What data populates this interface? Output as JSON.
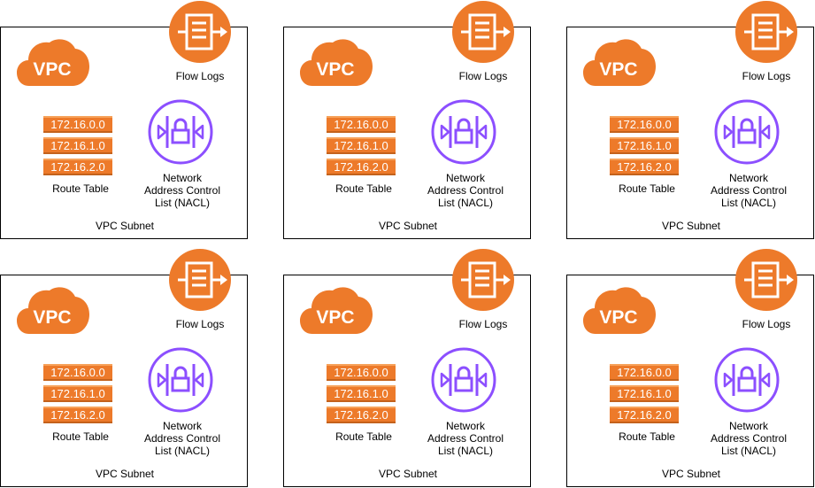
{
  "subnets": [
    {
      "col": 0,
      "row": 0
    },
    {
      "col": 1,
      "row": 0
    },
    {
      "col": 2,
      "row": 0
    },
    {
      "col": 0,
      "row": 1
    },
    {
      "col": 1,
      "row": 1
    },
    {
      "col": 2,
      "row": 1
    }
  ],
  "labels": {
    "vpc": "VPC",
    "flow_logs": "Flow Logs",
    "route_table": "Route Table",
    "nacl_line1": "Network",
    "nacl_line2": "Address Control",
    "nacl_line3": "List (NACL)",
    "subnet": "VPC Subnet"
  },
  "routes": [
    "172.16.0.0",
    "172.16.1.0",
    "172.16.2.0"
  ],
  "colors": {
    "orange": "#ed7a2a",
    "purple": "#8c4fff",
    "border": "#000000"
  },
  "icons": {
    "vpc": "cloud-icon",
    "flow_logs": "flow-logs-icon",
    "nacl": "lock-shield-icon"
  }
}
